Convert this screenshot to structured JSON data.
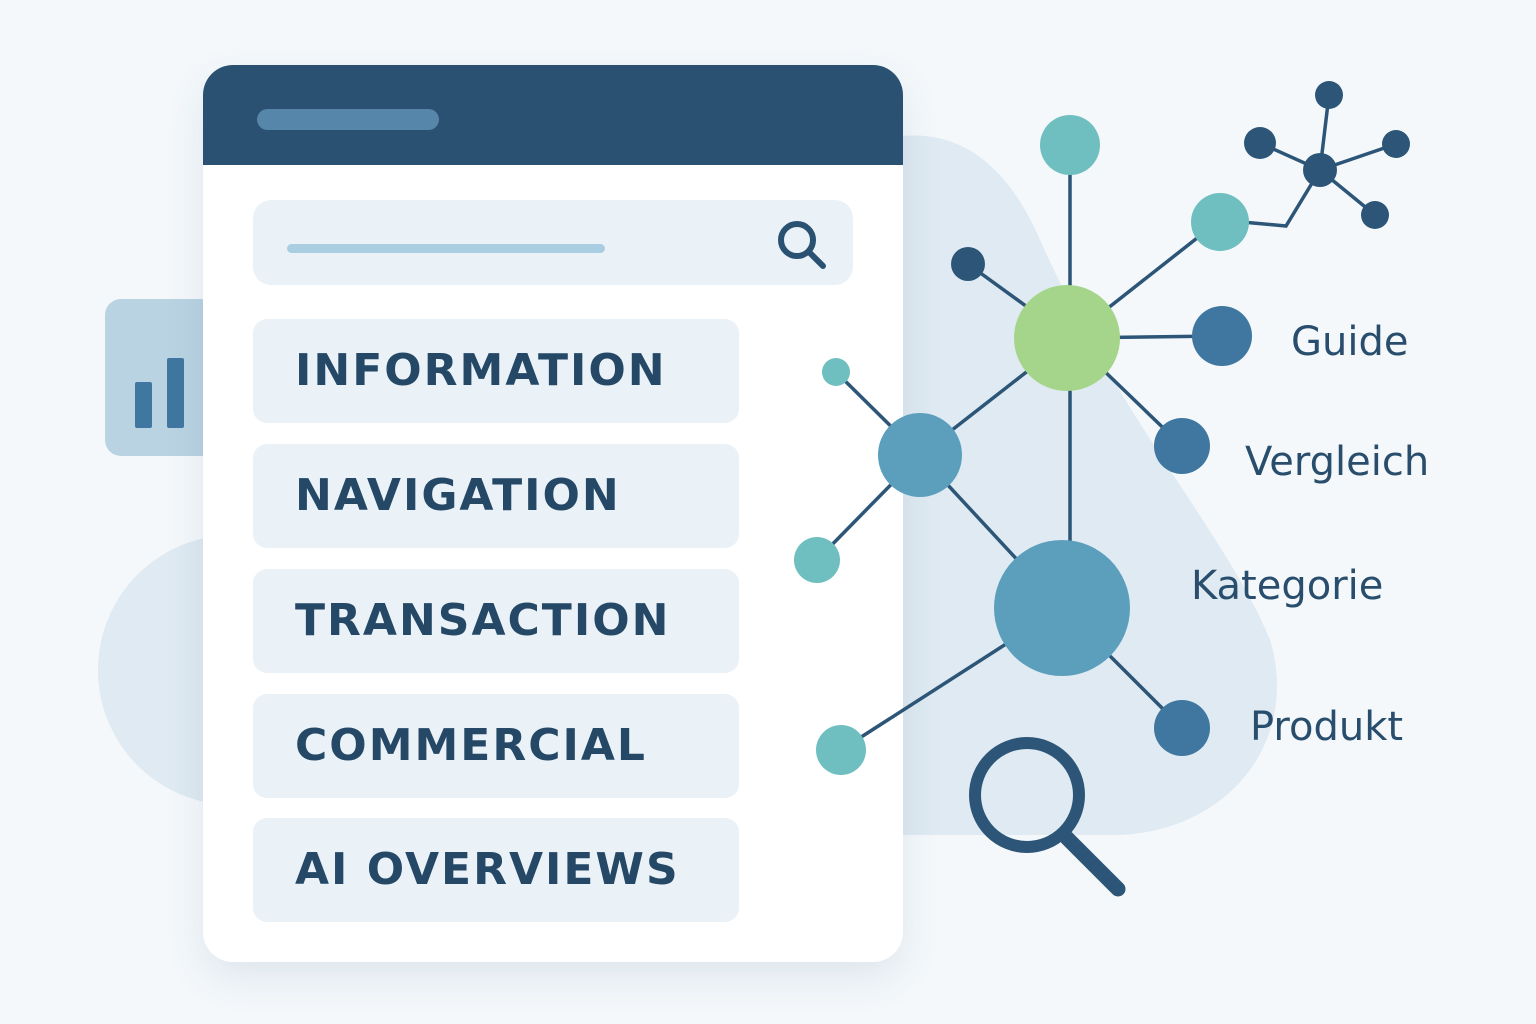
{
  "panel": {
    "categories": [
      {
        "label": "INFORMATION"
      },
      {
        "label": "NAVIGATION"
      },
      {
        "label": "TRANSACTION"
      },
      {
        "label": "COMMERCIAL"
      },
      {
        "label": "AI OVERVIEWS"
      }
    ]
  },
  "network": {
    "labels": {
      "guide": "Guide",
      "vergleich": "Vergleich",
      "kategorie": "Kategorie",
      "produkt": "Produkt"
    }
  },
  "colors": {
    "header": "#2a5172",
    "dark_node": "#2c5577",
    "mid_node": "#5b9fbc",
    "teal_node": "#6fbfc0",
    "green_node": "#a5d48b",
    "blob": "#dfeaf2",
    "text": "#244866"
  }
}
